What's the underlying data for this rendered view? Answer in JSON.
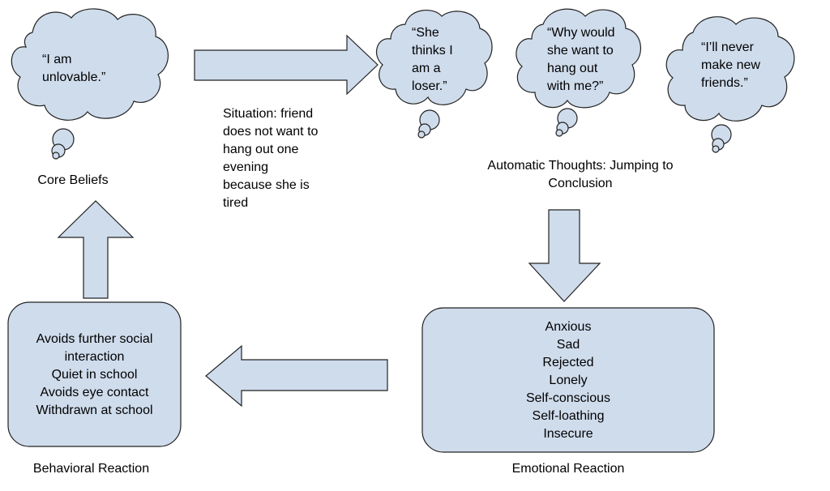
{
  "core_belief_cloud": [
    "“I am",
    "unlovable.”"
  ],
  "core_beliefs_label": "Core Beliefs",
  "situation_text": [
    "Situation: friend",
    "does not want to",
    "hang out one",
    "evening",
    "because she is",
    "tired"
  ],
  "thought_clouds": [
    [
      "“She",
      "thinks I",
      "am a",
      "loser.”"
    ],
    [
      "“Why would",
      "she want to",
      "hang out",
      "with me?”"
    ],
    [
      "“I’ll never",
      "make new",
      "friends.”"
    ]
  ],
  "automatic_thoughts_label": [
    "Automatic Thoughts: Jumping to",
    "Conclusion"
  ],
  "emotional_reactions": [
    "Anxious",
    "Sad",
    "Rejected",
    "Lonely",
    "Self-conscious",
    "Self-loathing",
    "Insecure"
  ],
  "emotional_reaction_label": "Emotional Reaction",
  "behavioral_reactions": [
    "Avoids further social",
    "interaction",
    "Quiet in school",
    "Avoids eye contact",
    "Withdrawn at school"
  ],
  "behavioral_reaction_label": "Behavioral Reaction",
  "colors": {
    "fill": "#cfdcec",
    "stroke": "#222222"
  }
}
